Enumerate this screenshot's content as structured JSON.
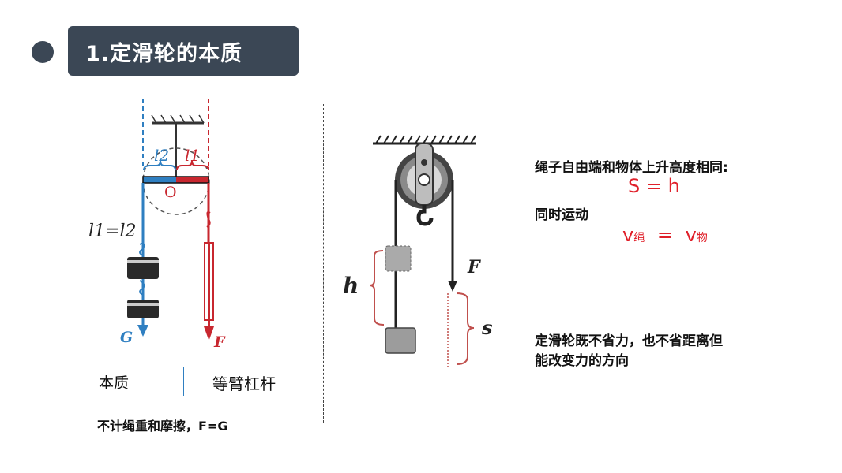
{
  "header": {
    "title": "1.定滑轮的本质"
  },
  "left_panel": {
    "label_l2": "l2",
    "label_l1": "l1",
    "label_o": "O",
    "equation": "l1=l2",
    "label_g": "G",
    "label_f": "F",
    "essence_label": "本质",
    "essence_value": "等臂杠杆",
    "note": "不计绳重和摩擦，F=G"
  },
  "right_panel": {
    "label_f": "F",
    "label_h": "h",
    "label_s": "s",
    "statement1": "绳子自由端和物体上升高度相同:",
    "formula1": "S = h",
    "statement2": "同时运动",
    "formula2_left": "v",
    "formula2_left_sub": "绳",
    "formula2_eq": "=",
    "formula2_right": "v",
    "formula2_right_sub": "物",
    "conclusion_line1": "定滑轮既不省力，也不省距离但",
    "conclusion_line2": "能改变力的方向"
  },
  "colors": {
    "header_bg": "#3b4755",
    "blue": "#2f7fc1",
    "red": "#c8272f",
    "accent_red": "#e0202a",
    "bracket": "#c0504d"
  }
}
